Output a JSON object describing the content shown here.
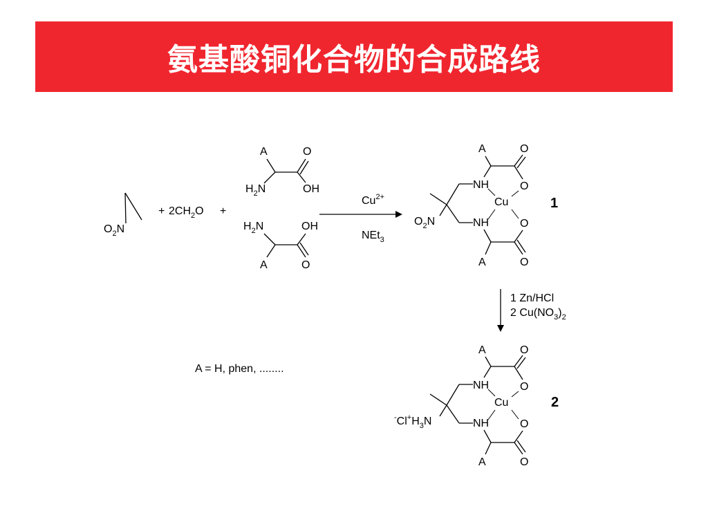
{
  "title": "氨基酸铜化合物的合成路线",
  "colors": {
    "banner": "#f0262f",
    "title_text": "#ffffff",
    "ink": "#000000"
  },
  "reactants": {
    "nitro_label": "O2N",
    "plus_1": "+",
    "formaldehyde": "2CH2O",
    "plus_2": "+"
  },
  "amino_acid_top": {
    "substituent": "A",
    "carbonyl_o": "O",
    "amine": "H2N",
    "hydroxyl": "OH"
  },
  "amino_acid_bottom": {
    "amine": "H2N",
    "hydroxyl": "OH",
    "substituent": "A",
    "carbonyl_o": "O"
  },
  "step1": {
    "reagent_top": "Cu2+",
    "reagent_bottom": "NEt3"
  },
  "complex1": {
    "number": "1",
    "substituent_label": "O2N",
    "metal": "Cu",
    "nh": "NH",
    "o": "O",
    "a": "A"
  },
  "step2": {
    "line1": "1 Zn/HCl",
    "line2": "2 Cu(NO3)2"
  },
  "complex2": {
    "number": "2",
    "substituent_label": "-Cl+H3N",
    "metal": "Cu",
    "nh": "NH",
    "o": "O",
    "a": "A"
  },
  "definition": "A =  H, phen, ........"
}
